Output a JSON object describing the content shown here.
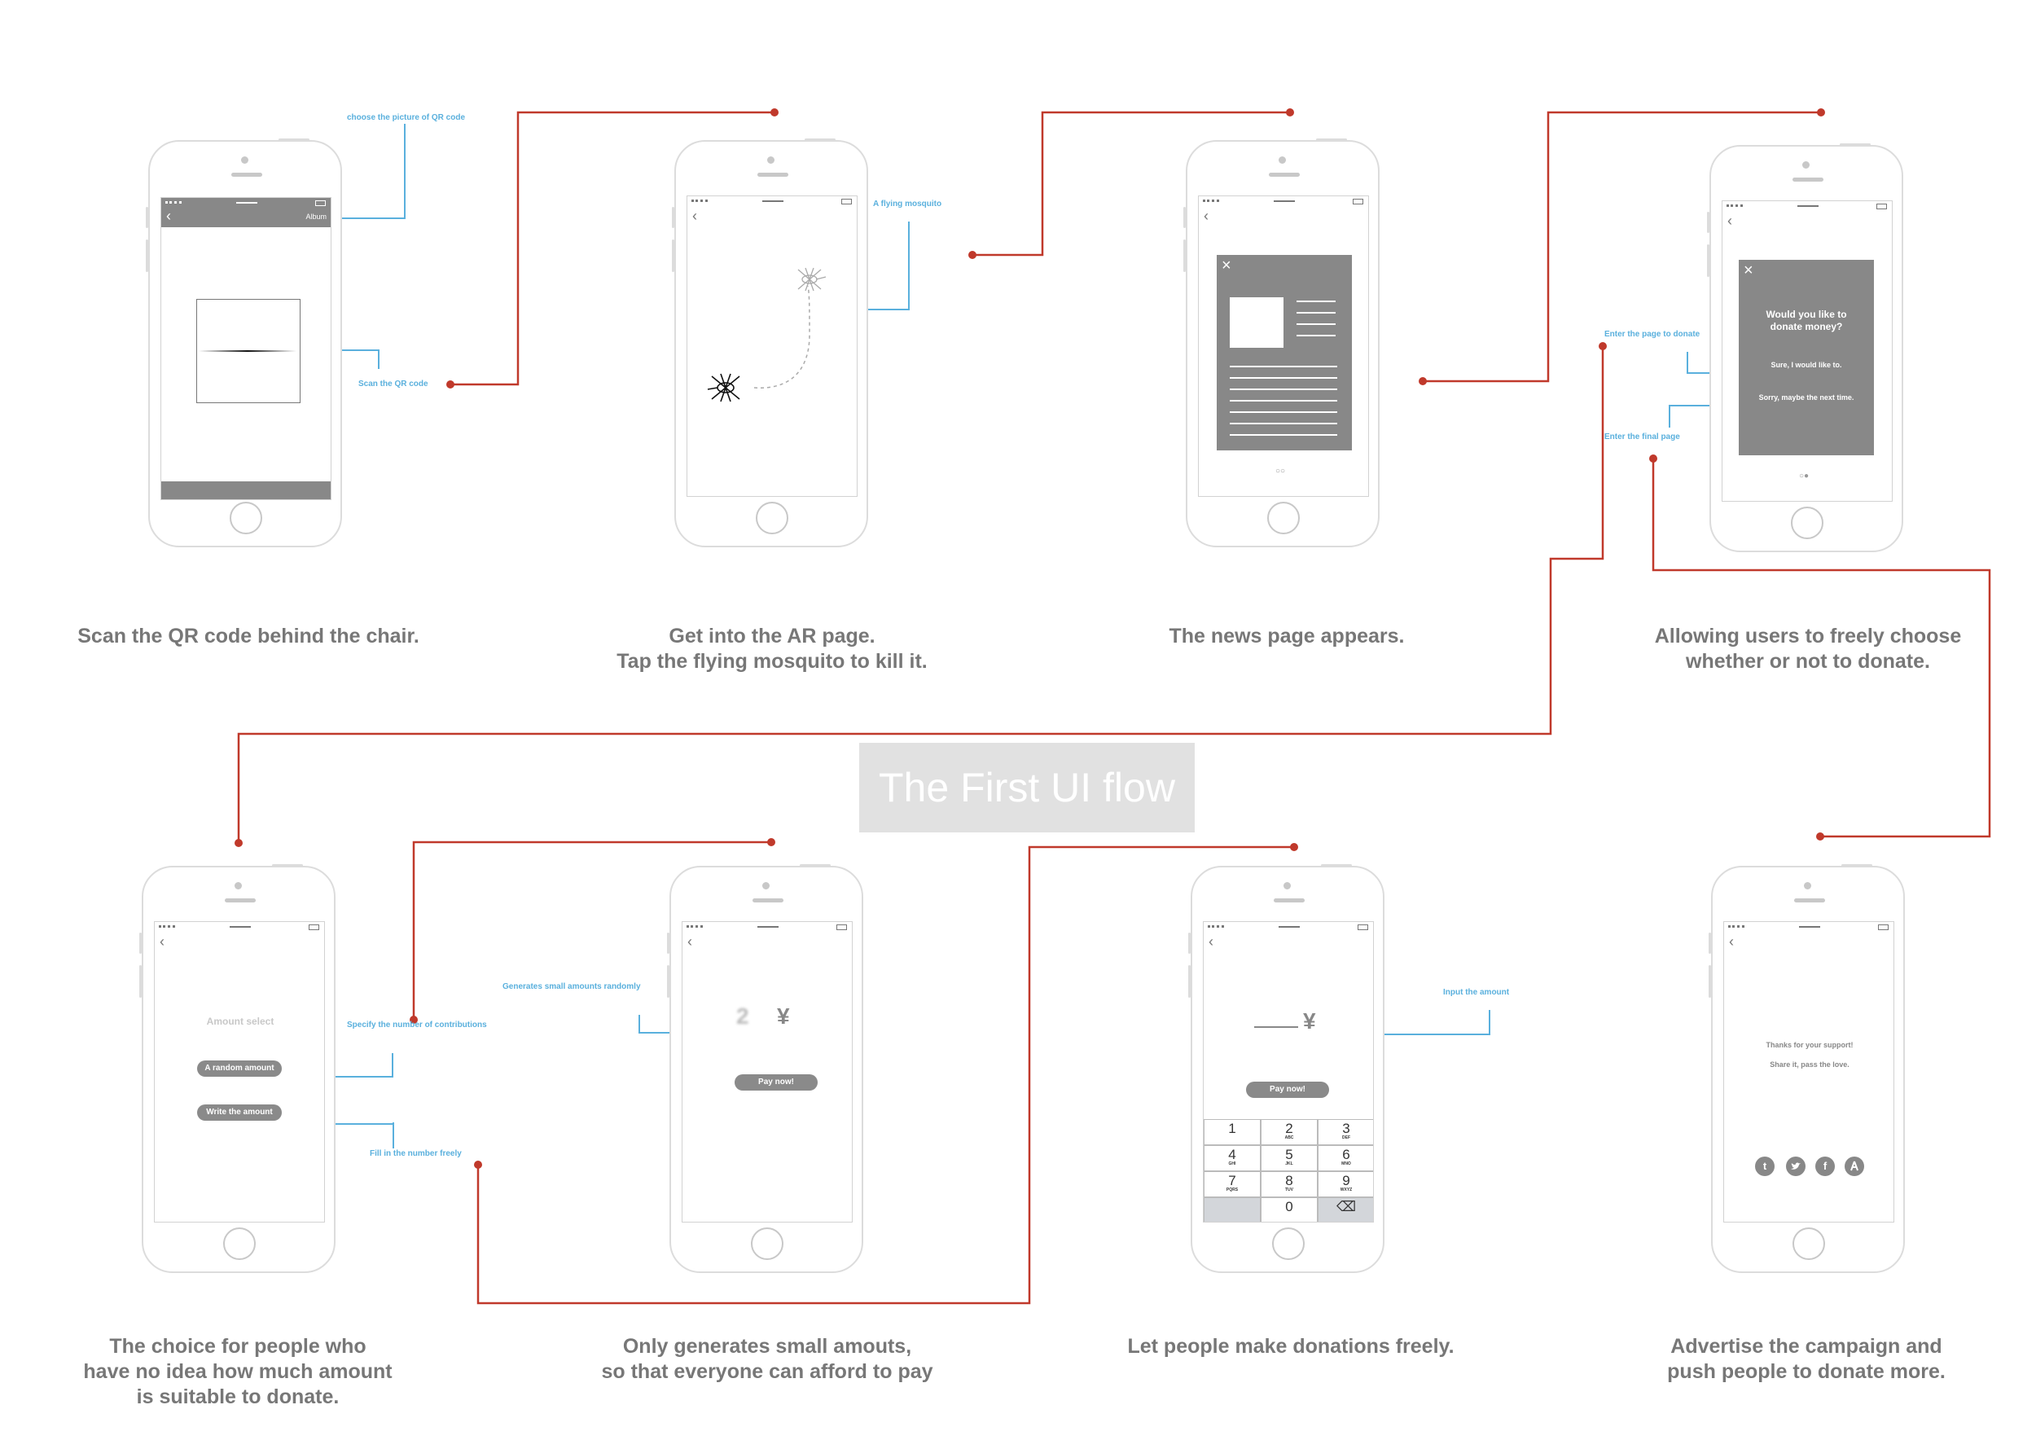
{
  "title": "The First UI flow",
  "captions": {
    "s1": [
      "Scan the QR code behind the chair."
    ],
    "s2": [
      "Get into the AR page.",
      "Tap the flying mosquito to kill it."
    ],
    "s3": [
      "The news page appears."
    ],
    "s4": [
      "Allowing users to freely choose",
      "whether or not to donate."
    ],
    "s5": [
      "The choice for people who",
      "have no idea how much amount",
      "is suitable to donate."
    ],
    "s6": [
      "Only generates small amouts,",
      "so that everyone can afford to pay"
    ],
    "s7": [
      "Let people make donations freely."
    ],
    "s8": [
      "Advertise the campaign and",
      "push people to donate more."
    ]
  },
  "annotations": {
    "choose_qr": "choose the picture of QR code",
    "scan_qr": "Scan the QR code",
    "flying_mosquito": "A flying mosquito",
    "enter_donate": "Enter the page to donate",
    "enter_final": "Enter the final page",
    "specify_number": "Specify the number of contributions",
    "fill_number": "Fill in the number freely",
    "generates_random": "Generates small amounts randomly",
    "input_amount": "Input the amount"
  },
  "screens": {
    "s1": {
      "album": "Album"
    },
    "s4": {
      "question": "Would you like to donate money?",
      "yes": "Sure, I would like to.",
      "no": "Sorry, maybe the next time."
    },
    "s5": {
      "heading": "Amount select",
      "random": "A random amount",
      "write": "Write the amount"
    },
    "s6": {
      "amount": "2",
      "currency": "¥",
      "pay": "Pay now!"
    },
    "s7": {
      "currency": "¥",
      "pay": "Pay now!",
      "keys": [
        {
          "n": "1",
          "l": ""
        },
        {
          "n": "2",
          "l": "ABC"
        },
        {
          "n": "3",
          "l": "DEF"
        },
        {
          "n": "4",
          "l": "GHI"
        },
        {
          "n": "5",
          "l": "JKL"
        },
        {
          "n": "6",
          "l": "MNO"
        },
        {
          "n": "7",
          "l": "PQRS"
        },
        {
          "n": "8",
          "l": "TUV"
        },
        {
          "n": "9",
          "l": "WXYZ"
        },
        {
          "n": "",
          "l": ""
        },
        {
          "n": "0",
          "l": ""
        },
        {
          "n": "⌫",
          "l": ""
        }
      ]
    },
    "s8": {
      "thanks": "Thanks for your support!",
      "share": "Share it, pass the love.",
      "social_icons": [
        "t",
        "twitter-bird",
        "f",
        "link"
      ]
    }
  },
  "colors": {
    "flow_line": "#c0392b",
    "annotation": "#5ab0dd",
    "caption": "#777777",
    "card": "#888888"
  }
}
